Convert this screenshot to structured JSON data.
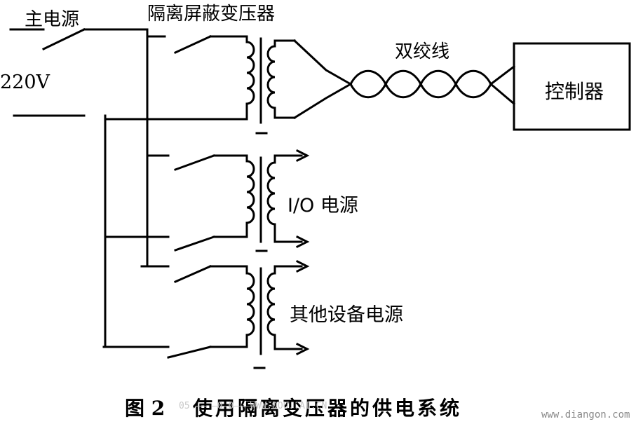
{
  "labels": {
    "main_power": "主电源",
    "voltage": "220V",
    "transformer": "隔离屏蔽变压器",
    "twisted_pair": "双绞线",
    "controller": "控制器",
    "io_power": "I/O 电源",
    "other_power": "其他设备电源"
  },
  "caption": {
    "figure_no": "图 2",
    "title": "使用隔离变压器的供电系统"
  },
  "watermark": {
    "left": "05 –– –0–0–– WWW.DOU..AI.CN",
    "right": "www.diangon.com"
  }
}
